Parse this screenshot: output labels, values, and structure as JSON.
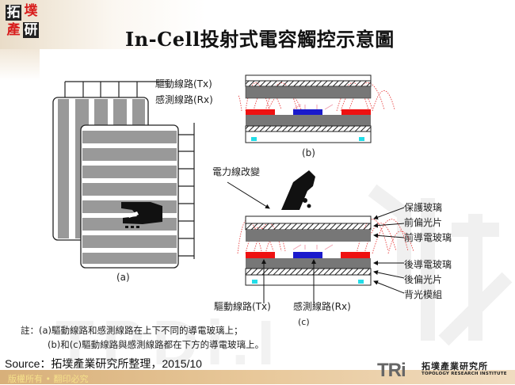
{
  "header": {
    "logo_chars": [
      "拓",
      "墣",
      "產",
      "研"
    ],
    "title": "In-Cell投射式電容觸控示意圖"
  },
  "diagram_a": {
    "labels": {
      "tx": "驅動線路(Tx)",
      "rx": "感測線路(Rx)"
    },
    "caption": "(a)"
  },
  "diagram_b": {
    "caption": "(b)"
  },
  "diagram_c": {
    "field_change_label": "電力線改變",
    "layers": [
      "保護玻璃",
      "前偏光片",
      "前導電玻璃",
      "後導電玻璃",
      "後偏光片",
      "背光模組"
    ],
    "bottom_labels": {
      "tx": "驅動線路(Tx)",
      "rx": "感測線路(Rx)"
    },
    "caption": "(c)"
  },
  "notes": {
    "line1": "註：(a)驅動線路和感測線路在上下不同的導電玻璃上；",
    "line2": "(b)和(c)驅動線路與感測線路都在下方的導電玻璃上。"
  },
  "source": "Source：拓墣產業研究所整理，2015/10",
  "footer": {
    "copyright": "版權所有 • 翻印必究",
    "brand_short": "TRi",
    "brand_cn": "拓墣產業研究所",
    "brand_en": "TOPOLOGY RESEARCH INSTITUTE"
  },
  "colors": {
    "tx_electrode": "#ee1111",
    "rx_electrode": "#1a1acc",
    "conductive_glass": "#777777",
    "field_lines": "#e84444",
    "backlight_led": "#22dde8",
    "footer_bar": "#dcb583"
  }
}
